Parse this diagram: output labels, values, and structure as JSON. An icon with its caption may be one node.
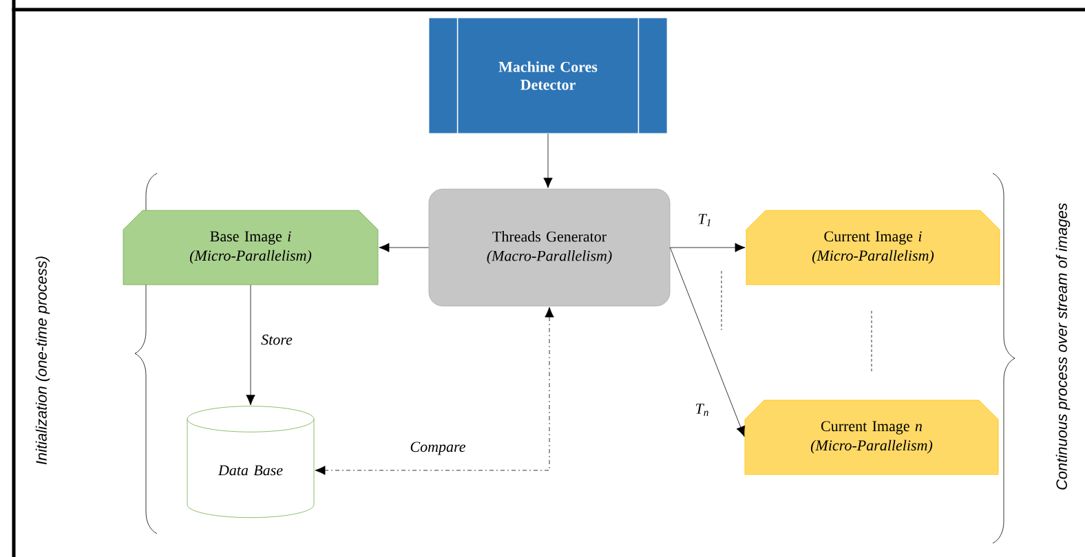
{
  "diagram": {
    "nodes": [
      {
        "text": [
          "Machine Cores Detector"
        ]
      },
      {
        "text": [
          "Threads Generator",
          "(Macro-Parallelism)"
        ]
      },
      {
        "text": [
          "Base Image *i*",
          "(Micro-Parallelism)"
        ]
      },
      {
        "text": [
          "Current Image *i*",
          "(Micro-Parallelism)"
        ]
      },
      {
        "text": [
          "Current Image *n*",
          "(Micro-Parallelism)"
        ]
      },
      {
        "text": [
          "Data Base"
        ]
      }
    ],
    "edges": [
      {
        "from": 0,
        "to": 1,
        "arrow": "to"
      },
      {
        "from": 1,
        "to": 2,
        "arrow": "to"
      },
      {
        "from": 1,
        "to": 3,
        "arrow": "to",
        "label": "T$_{1}$"
      },
      {
        "from": 1,
        "to": 4,
        "arrow": "to",
        "label": "T$_{n}$"
      },
      {
        "from": 2,
        "to": 5,
        "arrow": "to",
        "label": "Store"
      },
      {
        "from": 1,
        "to": 5,
        "arrow": "both",
        "label": "Compare",
        "style": "dashed"
      }
    ],
    "labels": [
      "Initialization (one-time process)",
      "Continuous process over stream of images"
    ]
  }
}
